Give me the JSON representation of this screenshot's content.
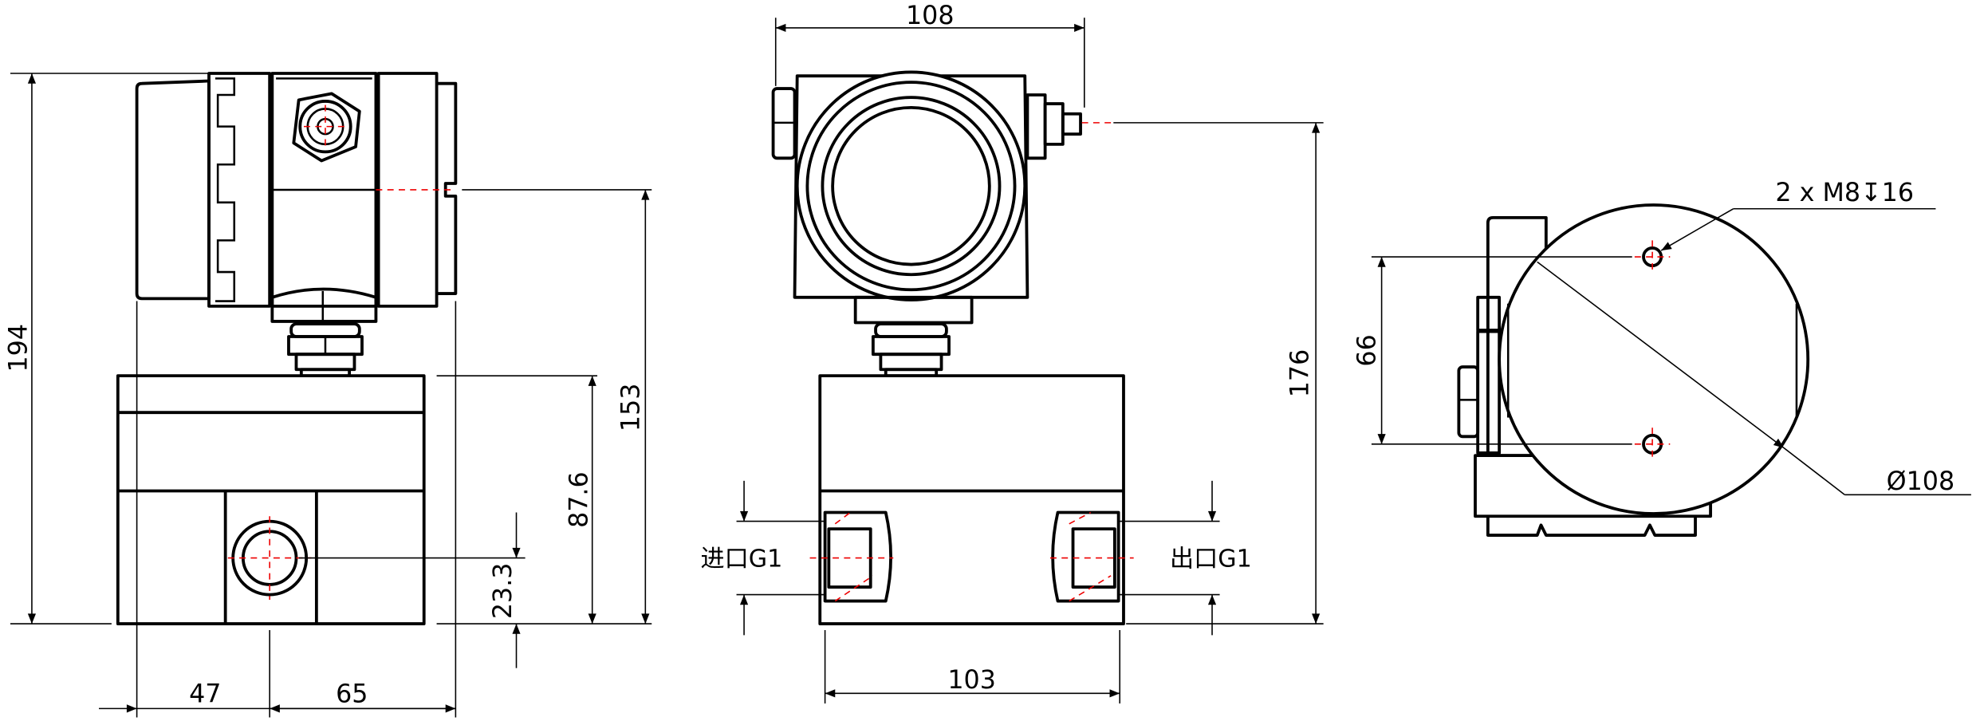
{
  "drawing": {
    "side_view": {
      "dimensions": {
        "overall_height": "194",
        "centerline_height": "153",
        "block_height": "87.6",
        "port_center_height": "23.3",
        "left_offset": "47",
        "right_offset": "65"
      }
    },
    "front_view": {
      "dimensions": {
        "housing_width": "108",
        "overall_height": "176",
        "block_width": "103"
      },
      "inlet_label": "进口G1",
      "outlet_label": "出口G1"
    },
    "top_view": {
      "dimensions": {
        "hole_spacing": "66"
      },
      "hole_callout": "2 x M8↧16",
      "diameter_callout": "Ø108"
    },
    "colors": {
      "outline": "#000000",
      "centerline": "#e00000"
    }
  }
}
